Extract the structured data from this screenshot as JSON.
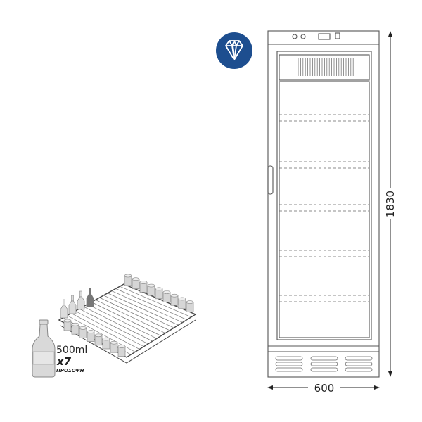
{
  "badge": {
    "icon": "diamond-icon",
    "color": "#1d4e8f"
  },
  "dimensions": {
    "width_label": "600",
    "height_label": "1830"
  },
  "capacity": {
    "bottle_volume": "500ml",
    "count": "x7",
    "position": "ΠΡΟΣΟΨΗ"
  },
  "colors": {
    "line": "#555555",
    "bottle": "#d9d9d9"
  }
}
